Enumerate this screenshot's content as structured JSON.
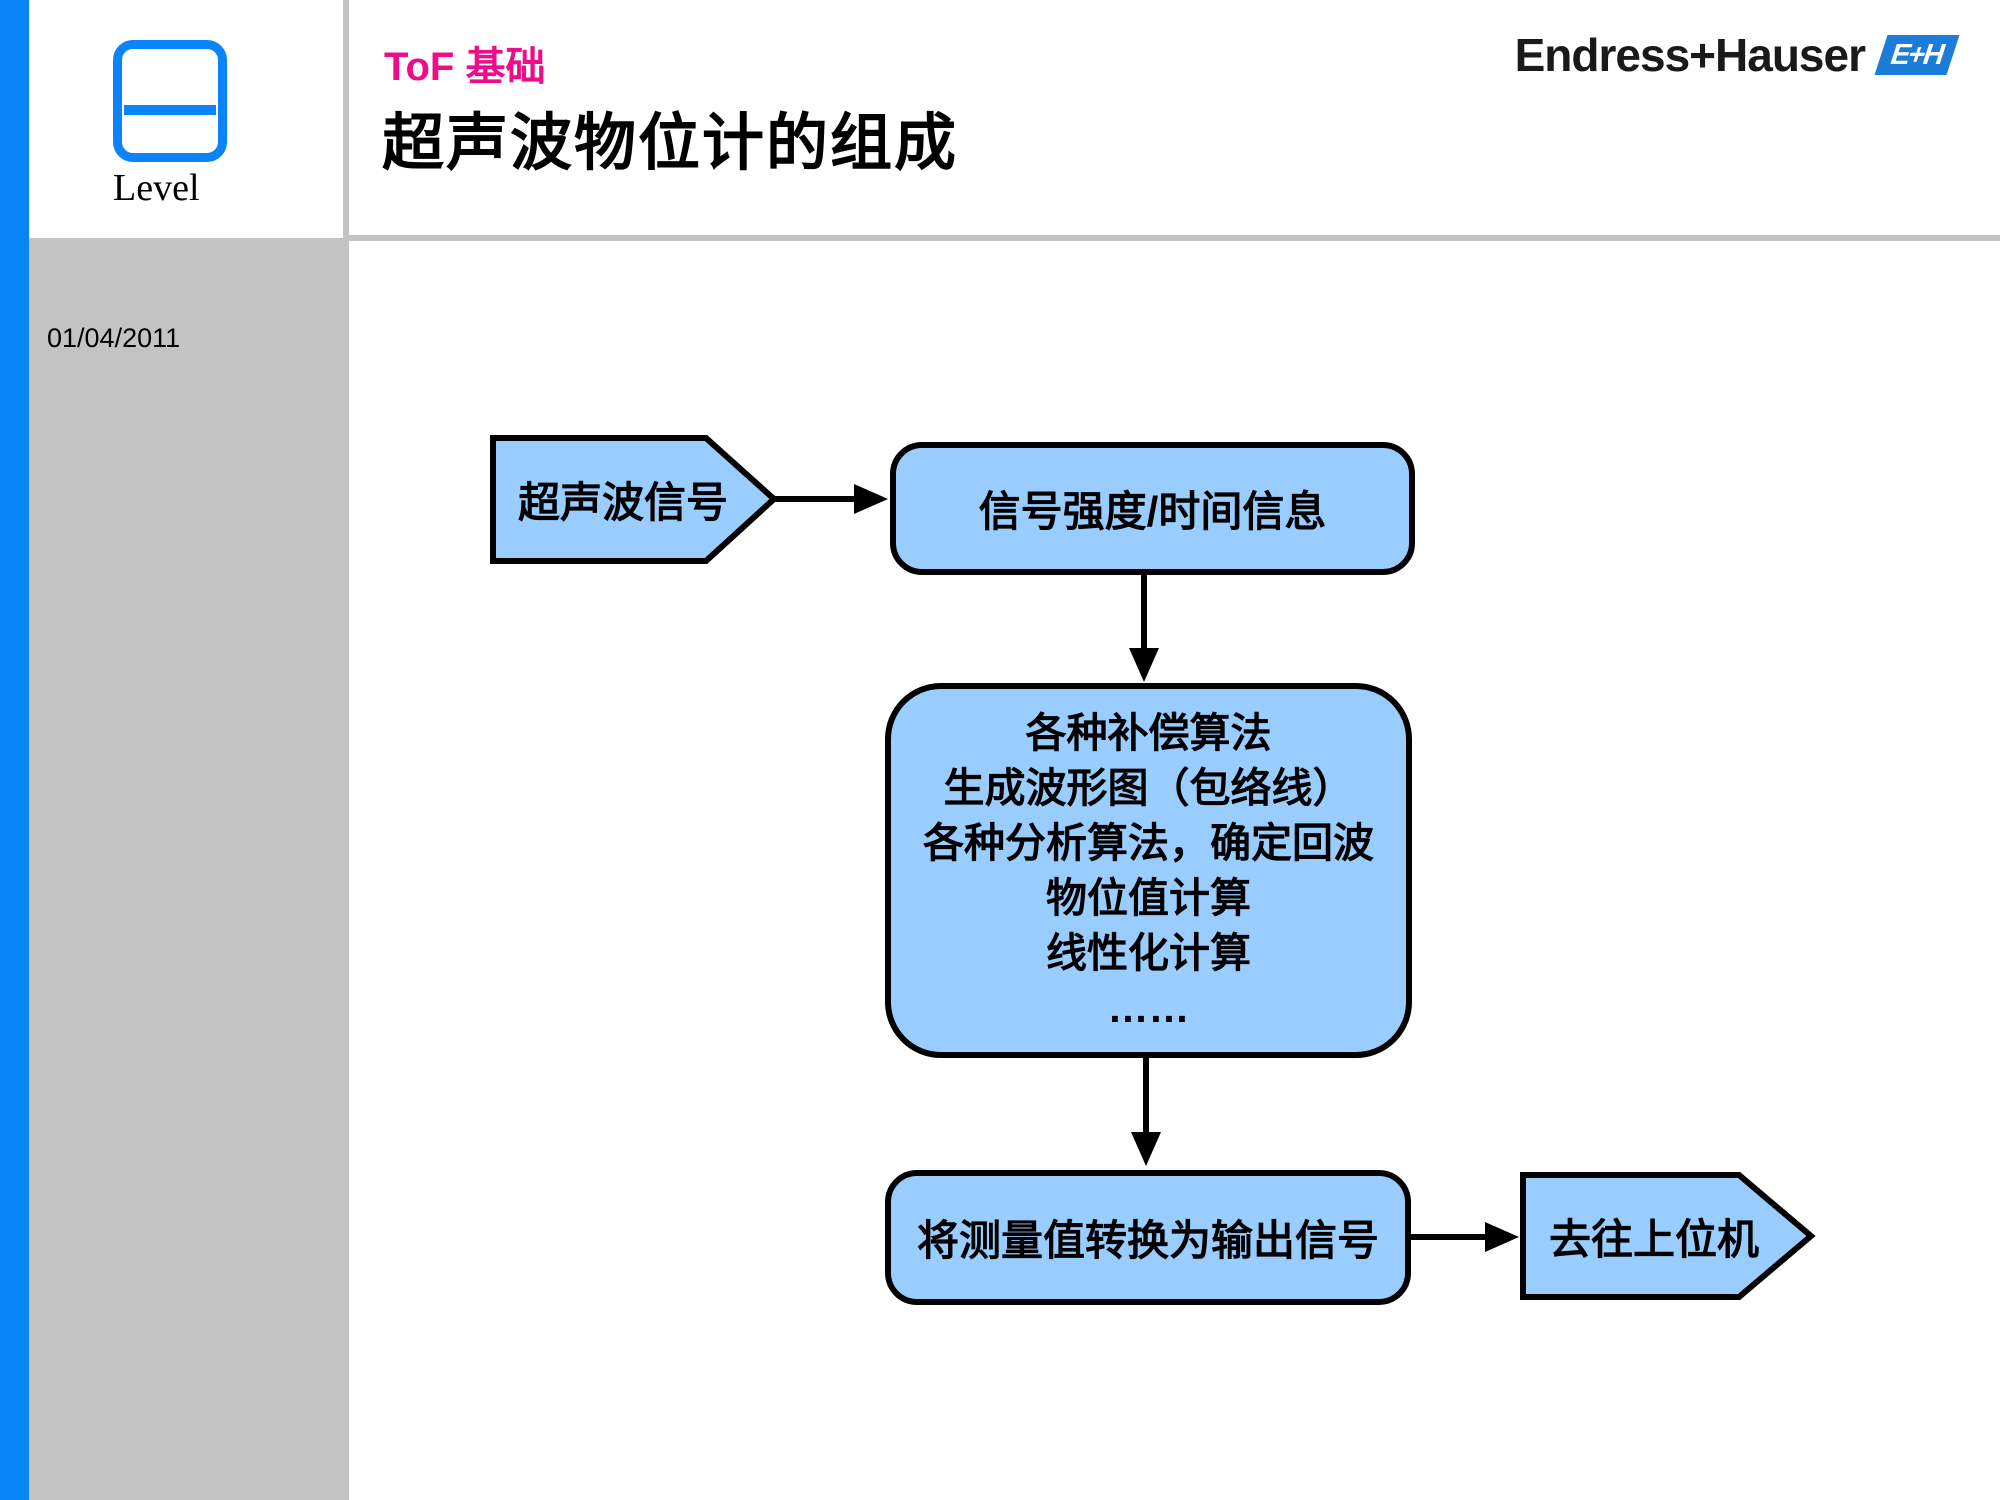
{
  "sidebar": {
    "product_line_label": "Level",
    "date": "01/04/2011"
  },
  "header": {
    "topic": "ToF 基础",
    "title": "超声波物位计的组成",
    "brand": "Endress+Hauser",
    "logo_text": "E+H"
  },
  "colors": {
    "accent_blue": "#0886F8",
    "icon_blue": "#0A84F8",
    "logo_blue": "#1B7CD9",
    "topic_magenta": "#EE0C8A",
    "node_fill": "#99CCFF",
    "node_stroke": "#000000",
    "sidebar_gray": "#C3C3C3"
  },
  "diagram": {
    "nodes": {
      "input_signal": "超声波信号",
      "signal_info": "信号强度/时间信息",
      "processing": "各种补偿算法\n生成波形图（包络线）\n各种分析算法，确定回波\n物位值计算\n线性化计算\n……",
      "output": "将测量值转换为输出信号",
      "to_host": "去往上位机"
    }
  }
}
